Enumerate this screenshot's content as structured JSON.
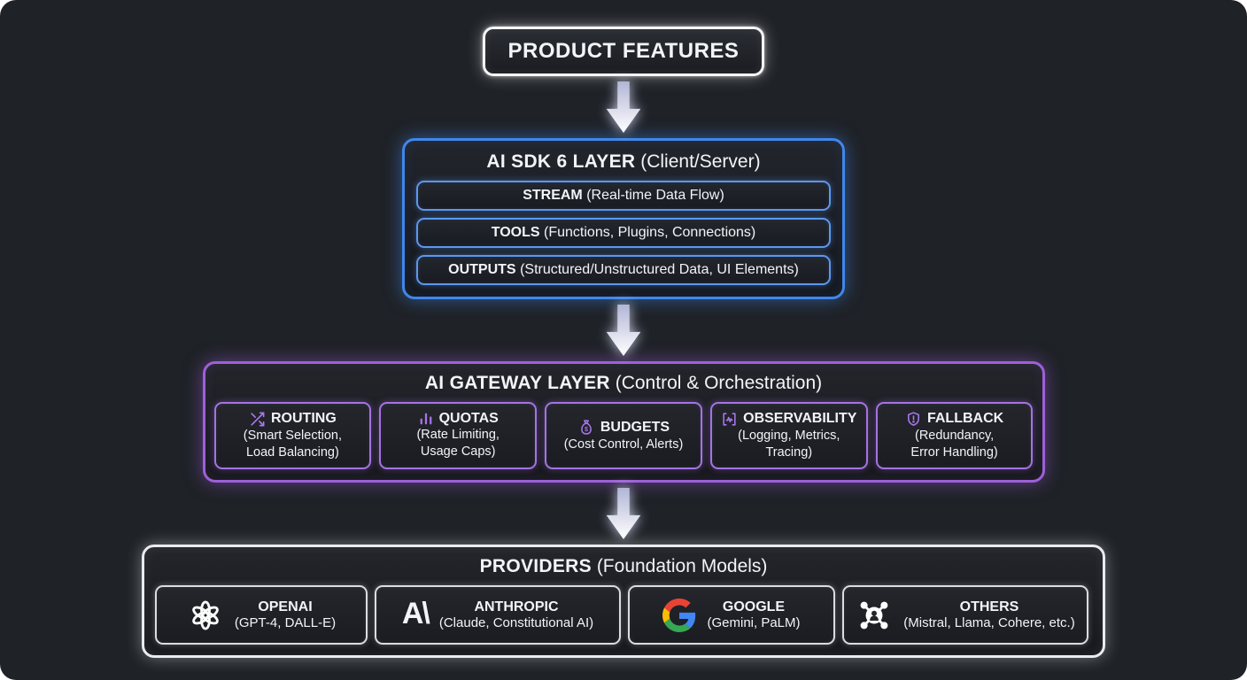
{
  "colors": {
    "canvas_background": "#1f2227",
    "white_accent": "#f4f6fa",
    "blue_accent": "#3f87ec",
    "purple_accent": "#9d60d9",
    "google_blue": "#4285F4",
    "google_red": "#EA4335",
    "google_yellow": "#FBBC05",
    "google_green": "#34A853"
  },
  "product_features": {
    "label": "PRODUCT FEATURES"
  },
  "sdk": {
    "title": "AI SDK 6 LAYER",
    "subtitle": "(Client/Server)",
    "rows": [
      {
        "label": "STREAM",
        "desc": "(Real-time Data Flow)"
      },
      {
        "label": "TOOLS",
        "desc": "(Functions, Plugins, Connections)"
      },
      {
        "label": "OUTPUTS",
        "desc": "(Structured/Unstructured Data, UI Elements)"
      }
    ]
  },
  "gateway": {
    "title": "AI GATEWAY LAYER",
    "subtitle": "(Control & Orchestration)",
    "cards": [
      {
        "icon": "shuffle-icon",
        "title": "ROUTING",
        "lines": [
          "(Smart Selection,",
          "Load Balancing)"
        ]
      },
      {
        "icon": "bar-chart-icon",
        "title": "QUOTAS",
        "lines": [
          "(Rate Limiting,",
          "Usage Caps)"
        ]
      },
      {
        "icon": "money-bag-icon",
        "title": "BUDGETS",
        "lines": [
          "(Cost Control, Alerts)"
        ]
      },
      {
        "icon": "activity-brackets-icon",
        "title": "OBSERVABILITY",
        "lines": [
          "(Logging, Metrics,",
          "Tracing)"
        ]
      },
      {
        "icon": "shield-alert-icon",
        "title": "FALLBACK",
        "lines": [
          "(Redundancy,",
          "Error Handling)"
        ]
      }
    ]
  },
  "providers": {
    "title": "PROVIDERS",
    "subtitle": "(Foundation Models)",
    "anthropic_logomark_text": "A\\",
    "cards": [
      {
        "icon": "openai-logo",
        "name": "OPENAI",
        "desc": "(GPT-4, DALL-E)"
      },
      {
        "icon": "anthropic-logo",
        "name": "ANTHROPIC",
        "desc": "(Claude, Constitutional AI)"
      },
      {
        "icon": "google-logo",
        "name": "GOOGLE",
        "desc": "(Gemini, PaLM)"
      },
      {
        "icon": "network-icon",
        "name": "OTHERS",
        "desc": "(Mistral, Llama, Cohere, etc.)"
      }
    ]
  }
}
